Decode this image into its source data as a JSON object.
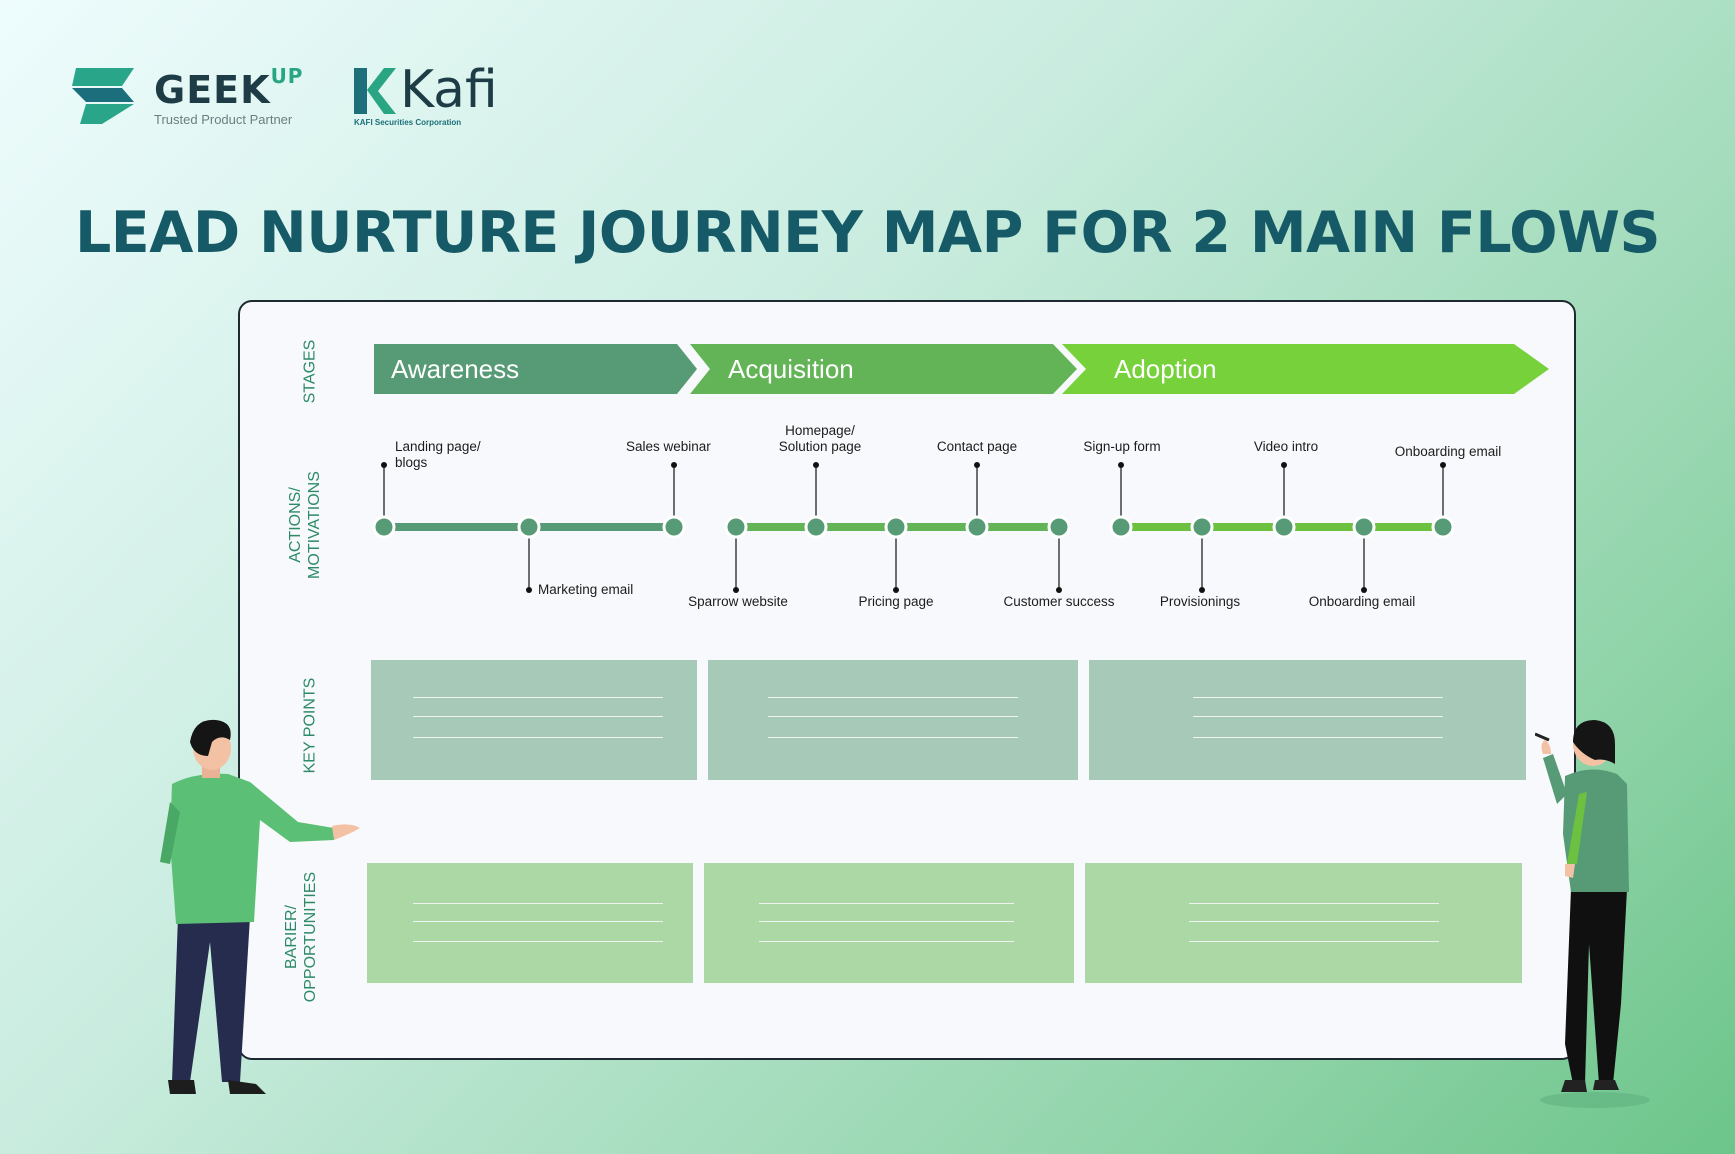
{
  "branding": {
    "geekup_name": "GEEK",
    "geekup_sup": "UP",
    "geekup_tagline": "Trusted Product Partner",
    "kafi_name": "Kafi",
    "kafi_tagline": "KAFI Securities Corporation"
  },
  "title": "LEAD NURTURE JOURNEY MAP FOR 2 MAIN FLOWS",
  "row_labels": {
    "stages": "STAGES",
    "actions_line1": "ACTIONS/",
    "actions_line2": "MOTIVATIONS",
    "key_points": "KEY POINTS",
    "barrier_line1": "BARIER/",
    "barrier_line2": "OPPORTUNITIES"
  },
  "stages": [
    {
      "label": "Awareness",
      "color": "#579a76"
    },
    {
      "label": "Acquisition",
      "color": "#63b457"
    },
    {
      "label": "Adoption",
      "color": "#76d13a"
    }
  ],
  "touchpoints": {
    "awareness_top": [
      "Landing page/",
      "blogs",
      "Sales webinar"
    ],
    "awareness_bottom": [
      "Marketing email"
    ],
    "acquisition_top": [
      "Homepage/",
      "Solution page",
      "Contact page"
    ],
    "acquisition_bottom": [
      "Sparrow website",
      "Pricing page",
      "Customer success"
    ],
    "adoption_top": [
      "Sign-up form",
      "Video intro",
      "Onboarding email"
    ],
    "adoption_bottom": [
      "Provisionings",
      "Onboarding email"
    ]
  },
  "colors": {
    "title": "#155a66",
    "label": "#2c8a66",
    "key_points_card": "#a7c9b8",
    "barrier_card": "#abd8a5"
  }
}
